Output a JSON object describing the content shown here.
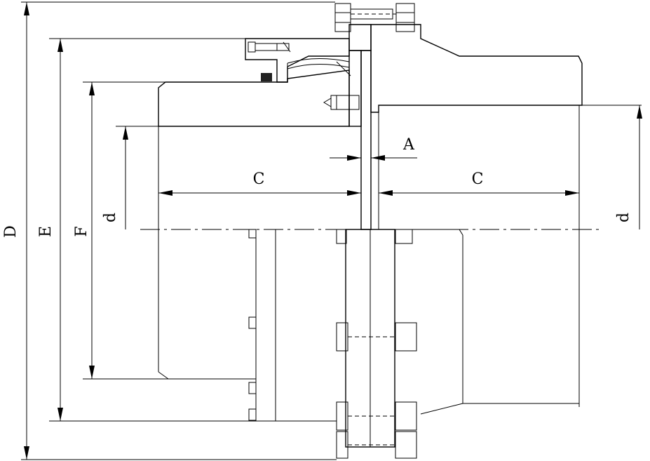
{
  "dimensions": {
    "D": "D",
    "E": "E",
    "F": "F",
    "d_left": "d",
    "d_right": "d",
    "C_left": "C",
    "C_right": "C",
    "A": "A"
  }
}
